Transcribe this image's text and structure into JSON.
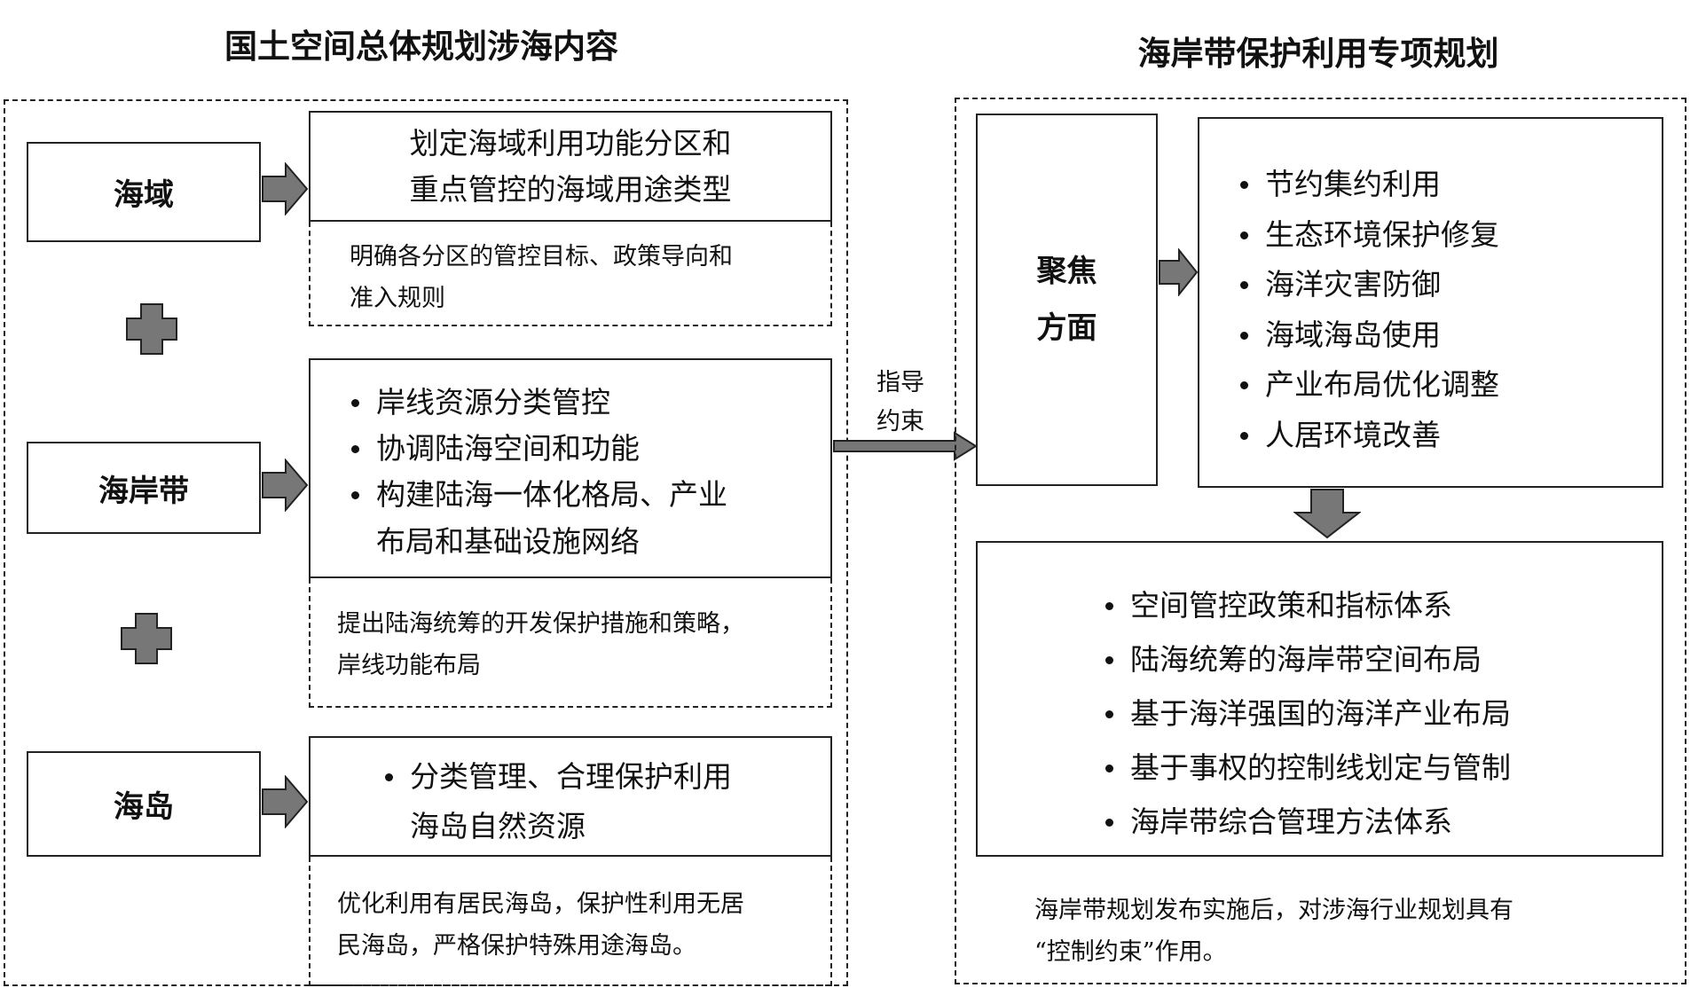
{
  "left": {
    "title": "国土空间总体规划涉海内容",
    "categories": {
      "sea_area": "海域",
      "coastal_zone": "海岸带",
      "island": "海岛"
    },
    "sea_area_box": {
      "lines": [
        "划定海域利用功能分区和",
        "重点管控的海域用途类型"
      ]
    },
    "sea_area_note": {
      "lines": [
        "明确各分区的管控目标、政策导向和",
        "准入规则"
      ]
    },
    "coastal_box": {
      "items": [
        "岸线资源分类管控",
        "协调陆海空间和功能",
        "构建陆海一体化格局、产业"
      ],
      "continuation": "布局和基础设施网络"
    },
    "coastal_note": {
      "lines": [
        "提出陆海统筹的开发保护措施和策略，",
        "岸线功能布局"
      ]
    },
    "island_box": {
      "items": [
        "分类管理、合理保护利用"
      ],
      "continuation": "海岛自然资源"
    },
    "island_note": {
      "lines": [
        "优化利用有居民海岛，保护性利用无居",
        "民海岛，严格保护特殊用途海岛。"
      ]
    }
  },
  "connector": {
    "label_lines": [
      "指导",
      "约束"
    ]
  },
  "right": {
    "title": "海岸带保护利用专项规划",
    "focus_label": [
      "聚焦",
      "方面"
    ],
    "focus_items": [
      "节约集约利用",
      "生态环境保护修复",
      "海洋灾害防御",
      "海域海岛使用",
      "产业布局优化调整",
      "人居环境改善"
    ],
    "output_items": [
      "空间管控政策和指标体系",
      "陆海统筹的海岸带空间布局",
      "基于海洋强国的海洋产业布局",
      "基于事权的控制线划定与管制",
      "海岸带综合管理方法体系"
    ],
    "note_lines": [
      "海岸带规划发布实施后，对涉海行业规划具有",
      "“控制约束”作用。"
    ]
  },
  "colors": {
    "arrow_fill": "#777777",
    "arrow_stroke": "#222222",
    "plus_fill": "#777777",
    "line": "#222222"
  },
  "icons": {
    "plus": "plus-icon",
    "arrow_right": "arrow-right-icon",
    "arrow_down": "arrow-down-icon"
  }
}
